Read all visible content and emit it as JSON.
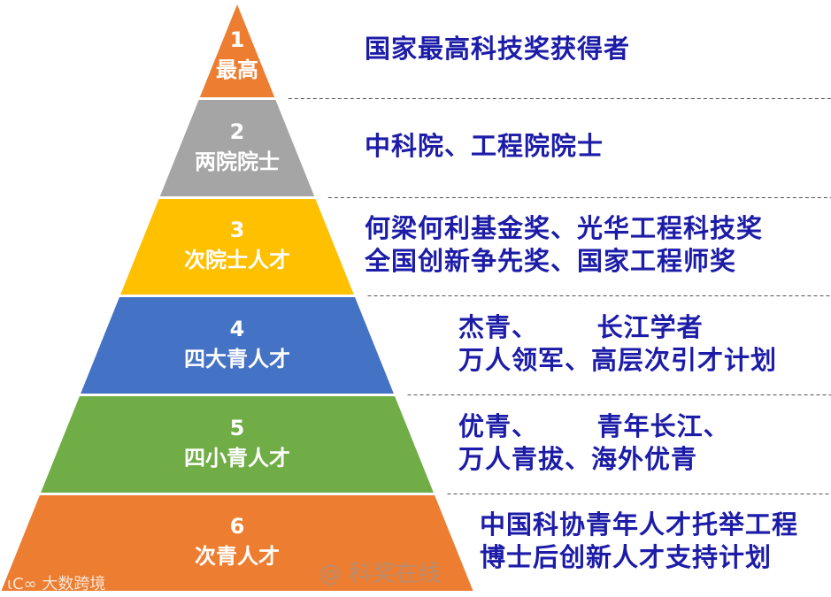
{
  "levels": [
    {
      "number": "1",
      "label": "最高",
      "color": "#ed7d31",
      "lines": [
        "国家最高科技奖获得者"
      ]
    },
    {
      "number": "2",
      "label": "两院院士",
      "color": "#a5a5a5",
      "lines": [
        "中科院、工程院院士"
      ]
    },
    {
      "number": "3",
      "label": "次院士人才",
      "color": "#ffc000",
      "lines": [
        "何梁何利基金奖、光华工程科技奖",
        "全国创新争先奖、国家工程师奖"
      ]
    },
    {
      "number": "4",
      "label": "四大青人才",
      "color": "#4472c4",
      "lines": [
        "杰青、      长江学者",
        "万人领军、高层次引才计划"
      ]
    },
    {
      "number": "5",
      "label": "四小青人才",
      "color": "#70ad47",
      "lines": [
        "优青、      青年长江、",
        "万人青拔、海外优青"
      ]
    },
    {
      "number": "6",
      "label": "次青人才",
      "color": "#ed7d31",
      "lines": [
        "中国科协青年人才托举工程",
        "博士后创新人才支持计划"
      ]
    }
  ],
  "watermarks": {
    "left": "大数跨境",
    "center": "@ 科奖在线"
  }
}
